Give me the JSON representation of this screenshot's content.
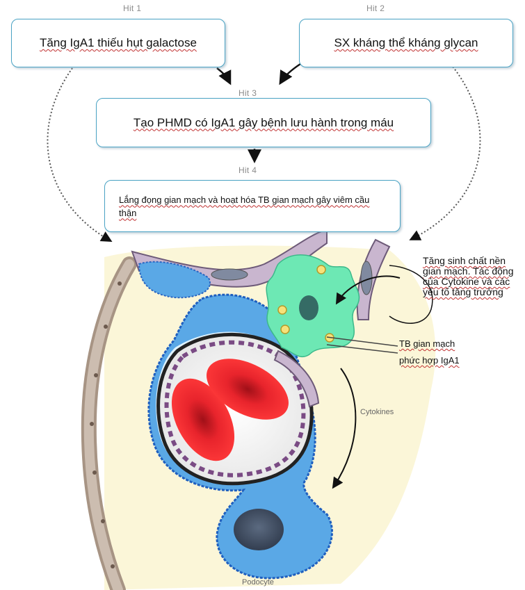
{
  "hits": {
    "hit1_label": "Hit 1",
    "hit2_label": "Hit 2",
    "hit3_label": "Hit 3",
    "hit4_label": "Hit 4"
  },
  "boxes": {
    "hit1_text": "Tăng IgA1 thiếu hụt galactose",
    "hit2_text": "SX kháng thể kháng glycan",
    "hit3_text": "Tạo PHMD có IgA1 gây bệnh lưu hành trong máu",
    "hit4_text": "Lắng đọng gian mạch và hoạt hóa TB gian mạch gây viêm cầu thận"
  },
  "annotations": {
    "matrix_line1": "Tăng sinh chất nền",
    "matrix_line2": "gian mạch. Tác động",
    "matrix_line3": "của Cytokine và các",
    "matrix_line4": "yếu tố tăng trưởng",
    "mesangial_line1": "TB gian mạch",
    "mesangial_line2": "phức hợp IgA1",
    "cytokines": "Cytokines",
    "podocyte": "Podocyte"
  },
  "colors": {
    "box_border": "#4aa3c4",
    "podocyte_blue": "#5aa8e6",
    "red_cell": "#e0202a",
    "mesangial_green": "#6de8b4",
    "bowman_cream": "#fbf6d8"
  }
}
